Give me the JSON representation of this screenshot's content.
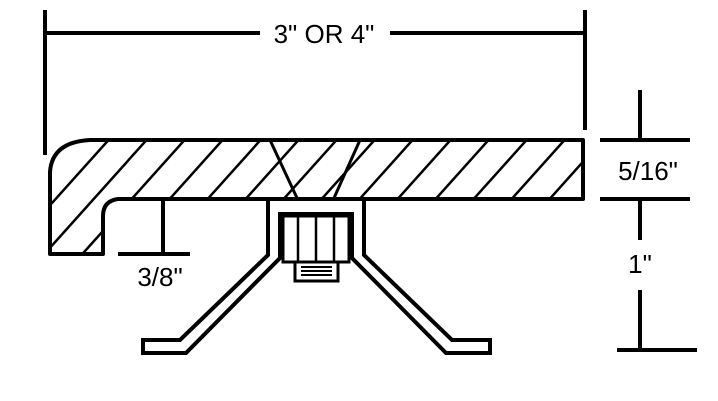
{
  "dimensions": {
    "width_label": "3\" OR 4\"",
    "thickness_label": "5/16\"",
    "height_label": "1\"",
    "lip_label": "3/8\""
  },
  "colors": {
    "line": "#000000",
    "background": "#ffffff"
  }
}
